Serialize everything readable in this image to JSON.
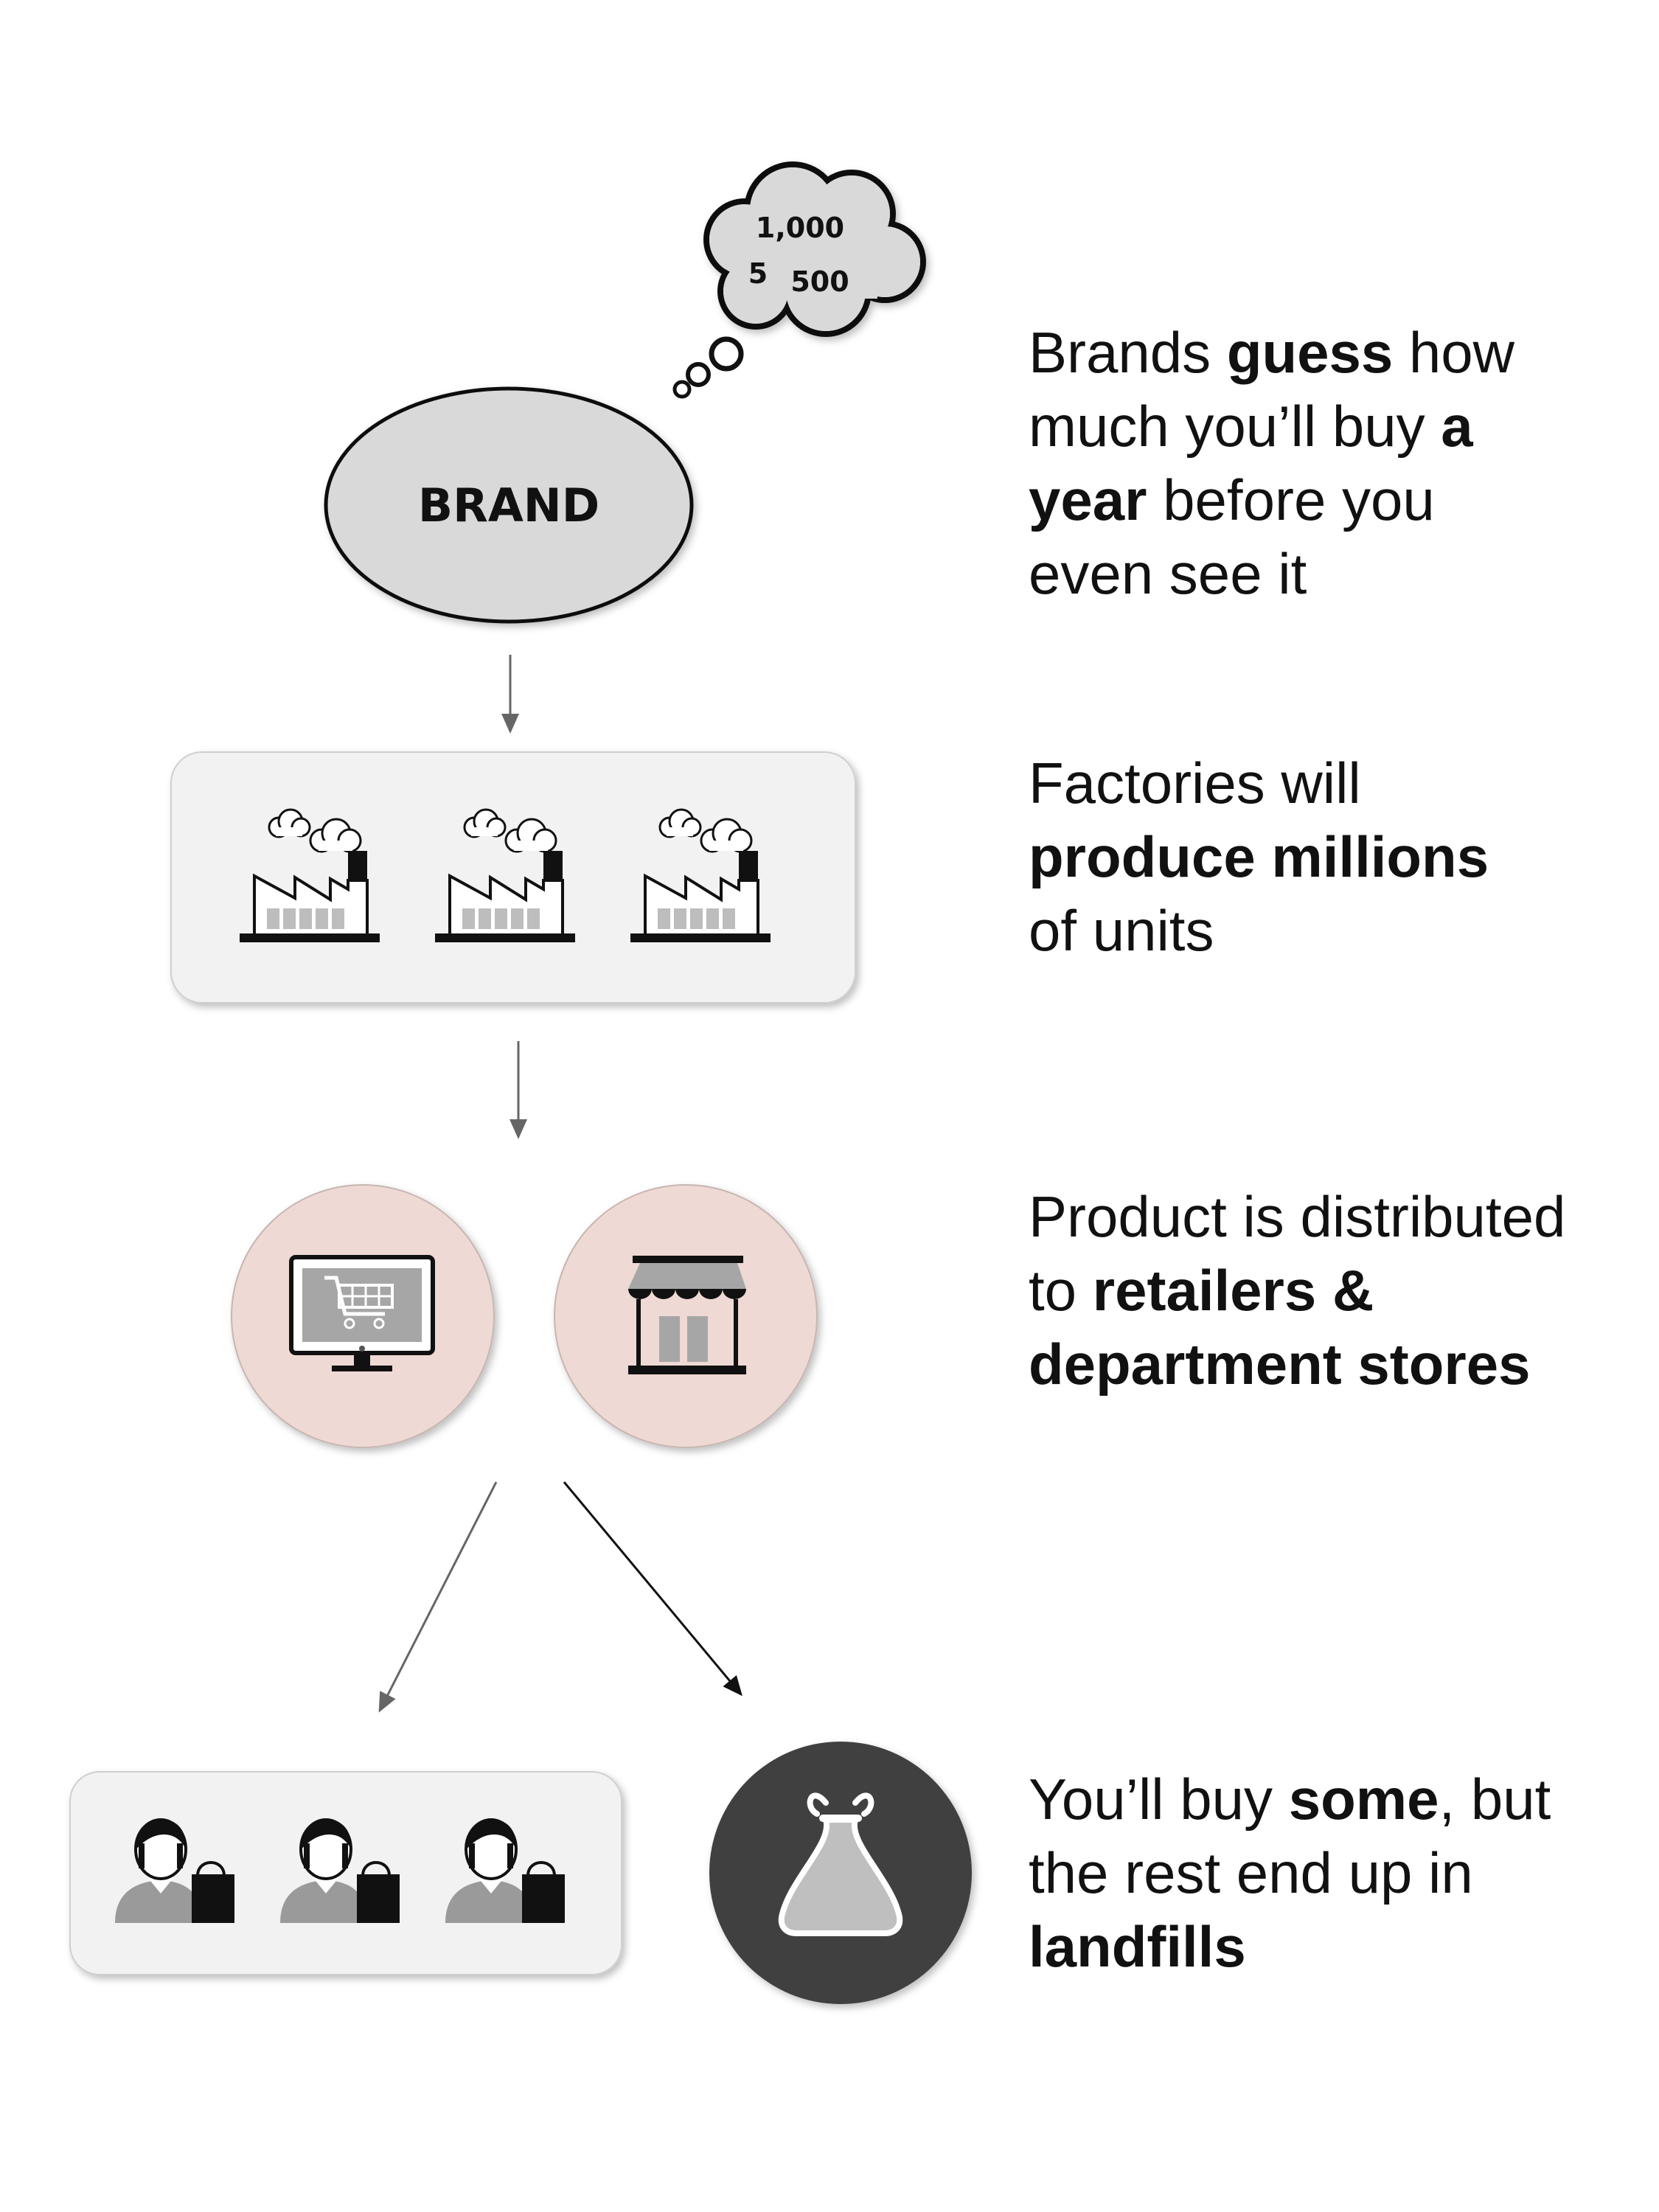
{
  "brand": {
    "label": "BRAND",
    "thought": {
      "line1": "1,000",
      "n1": "5",
      "n2": "500"
    }
  },
  "captions": {
    "brand": {
      "p1": "Brands ",
      "b1": "guess",
      "p2": "  how",
      "p3": "much you’ll buy ",
      "b2": "a",
      "b3": "year",
      "p4": " before you",
      "p5": "even see it"
    },
    "factory": {
      "p1": "Factories will",
      "b1": "produce millions",
      "p2": "of units"
    },
    "dist": {
      "p1": "Product is distributed",
      "p2": "to ",
      "b1": "retailers &",
      "b2": "department stores"
    },
    "buy": {
      "p1": "You’ll buy ",
      "b1": "some",
      "p2": ", but",
      "p3": "the rest end up in",
      "b2": "landfills"
    }
  },
  "colors": {
    "brand_fill": "#d9d9d9",
    "panel_fill": "#f2f2f2",
    "retail_circle": "#efd9d4",
    "landfill_circle": "#3f3f3f",
    "icon_gray": "#bfbfbf",
    "ink": "#111111"
  },
  "icons": [
    "thought-cloud-icon",
    "factory-icon",
    "computer-cart-icon",
    "storefront-icon",
    "shopper-icon",
    "trash-bag-icon"
  ]
}
